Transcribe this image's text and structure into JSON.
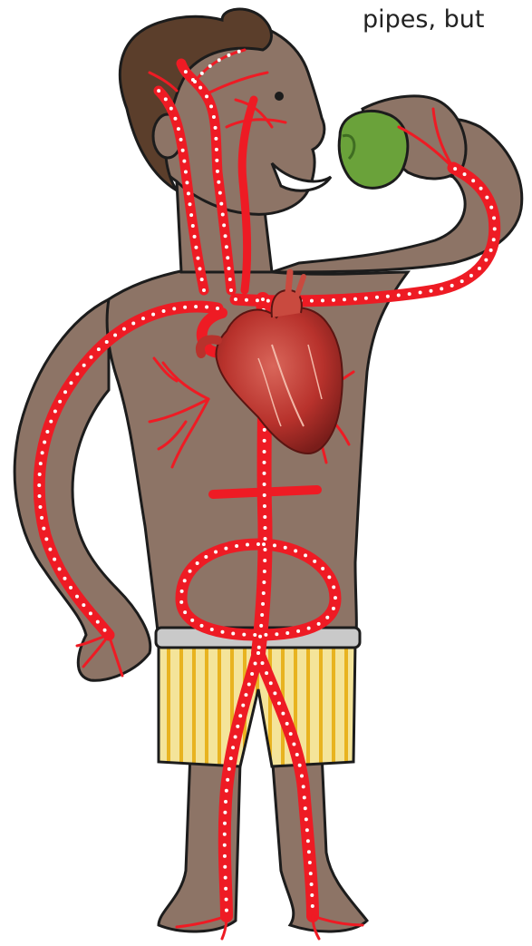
{
  "caption": {
    "text": "pipes, but"
  },
  "colors": {
    "skin": "#8d7466",
    "outline": "#1c1c1c",
    "hair": "#5b3e2b",
    "vessel": "#ee1b24",
    "flow_dots": "#ffffff",
    "apple": "#6aa23a",
    "shorts_base": "#f4e49a",
    "shorts_stripe": "#e8b320",
    "waistband": "#c9c9c9",
    "heart": "#b8322c"
  },
  "figure": {
    "subject": "person-eating-apple",
    "icons": [
      "heart-icon",
      "apple-icon",
      "blood-vessel-network",
      "blood-flow-dots"
    ]
  }
}
